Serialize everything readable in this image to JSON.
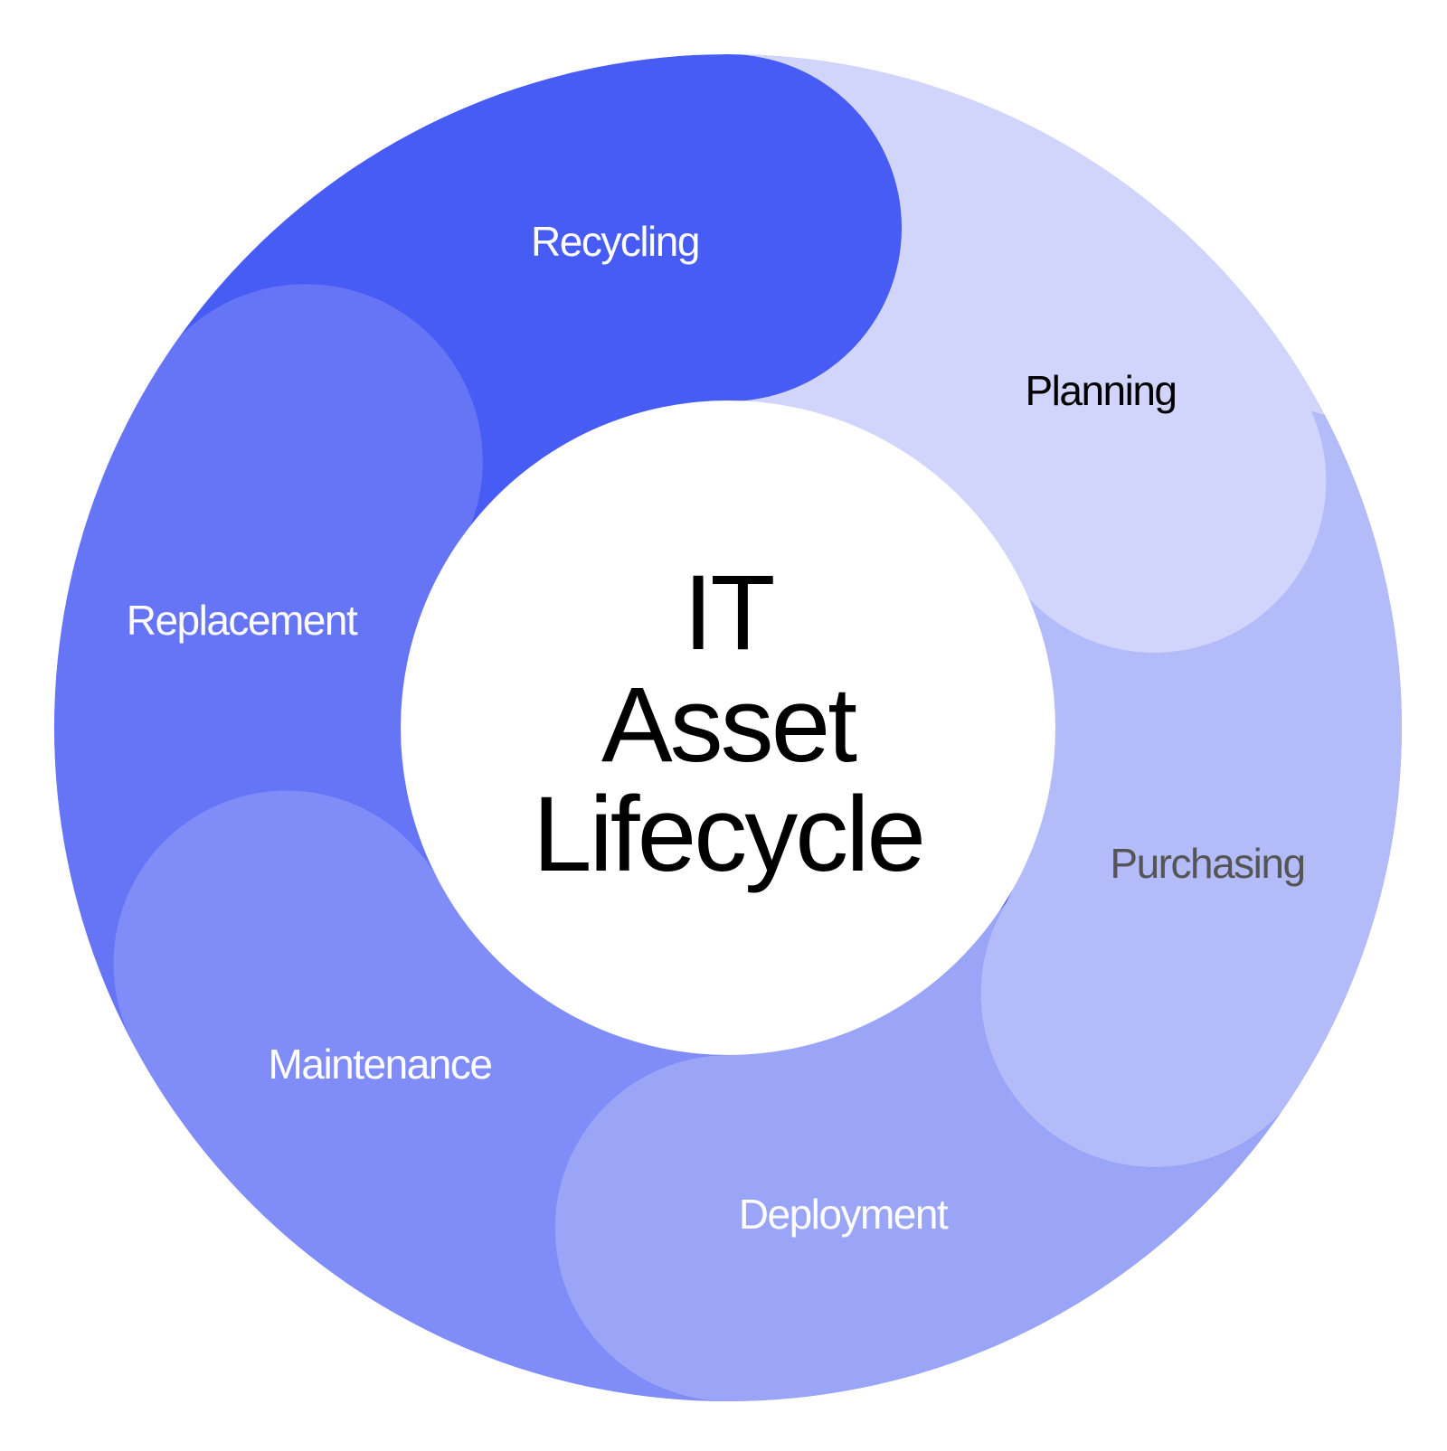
{
  "center": {
    "lines": [
      "IT",
      "Asset",
      "Lifecycle"
    ]
  },
  "stages": [
    {
      "key": "planning",
      "label": "Planning",
      "color": "#D1D4FB",
      "text_color": "#000000"
    },
    {
      "key": "purchasing",
      "label": "Purchasing",
      "color": "#B3BBF9",
      "text_color": "#555555"
    },
    {
      "key": "deployment",
      "label": "Deployment",
      "color": "#9AA5F7",
      "text_color": "#ffffff"
    },
    {
      "key": "maintenance",
      "label": "Maintenance",
      "color": "#808CF7",
      "text_color": "#ffffff"
    },
    {
      "key": "replacement",
      "label": "Replacement",
      "color": "#6675F6",
      "text_color": "#ffffff"
    },
    {
      "key": "recycling",
      "label": "Recycling",
      "color": "#475BF5",
      "text_color": "#ffffff"
    }
  ]
}
